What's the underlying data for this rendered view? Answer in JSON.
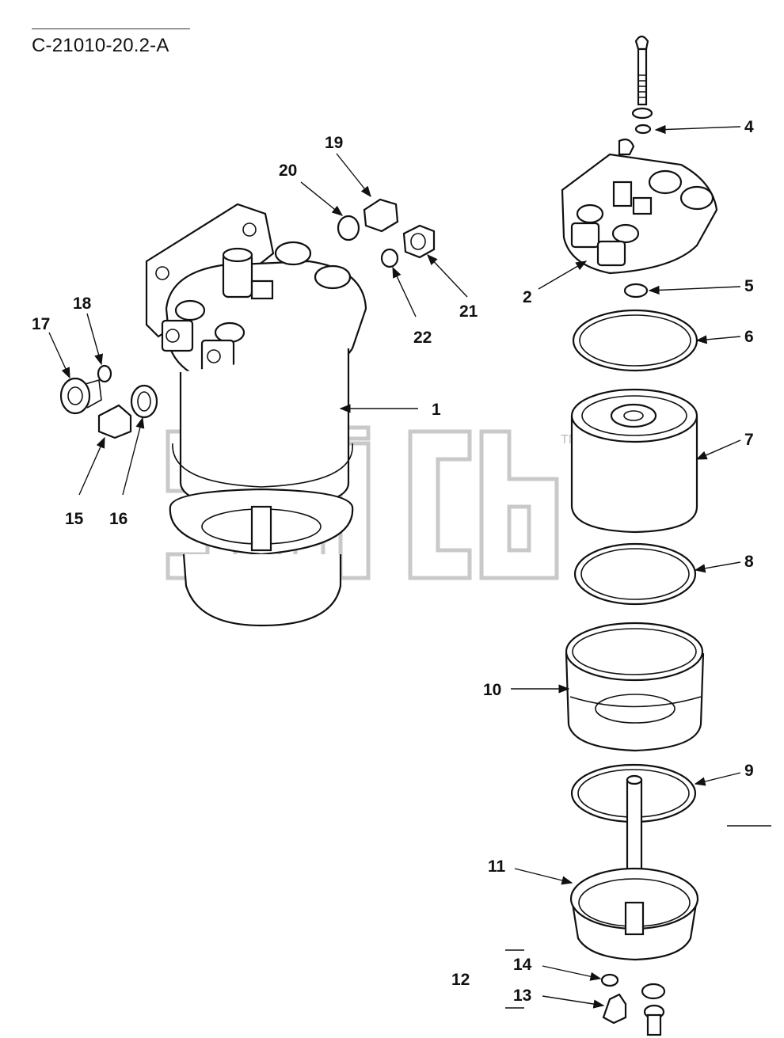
{
  "document": {
    "drawing_code": "C-21010-20.2-A",
    "trademark": "TM"
  },
  "callouts": [
    {
      "id": "1",
      "label": "1"
    },
    {
      "id": "2",
      "label": "2"
    },
    {
      "id": "4",
      "label": "4"
    },
    {
      "id": "5",
      "label": "5"
    },
    {
      "id": "6",
      "label": "6"
    },
    {
      "id": "7",
      "label": "7"
    },
    {
      "id": "8",
      "label": "8"
    },
    {
      "id": "9",
      "label": "9"
    },
    {
      "id": "10",
      "label": "10"
    },
    {
      "id": "11",
      "label": "11"
    },
    {
      "id": "12",
      "label": "12"
    },
    {
      "id": "13",
      "label": "13"
    },
    {
      "id": "14",
      "label": "14"
    },
    {
      "id": "15",
      "label": "15"
    },
    {
      "id": "16",
      "label": "16"
    },
    {
      "id": "17",
      "label": "17"
    },
    {
      "id": "18",
      "label": "18"
    },
    {
      "id": "19",
      "label": "19"
    },
    {
      "id": "20",
      "label": "20"
    },
    {
      "id": "21",
      "label": "21"
    },
    {
      "id": "22",
      "label": "22"
    }
  ],
  "colors": {
    "line": "#111111",
    "watermark": "#c9c9c9",
    "background": "#ffffff"
  }
}
